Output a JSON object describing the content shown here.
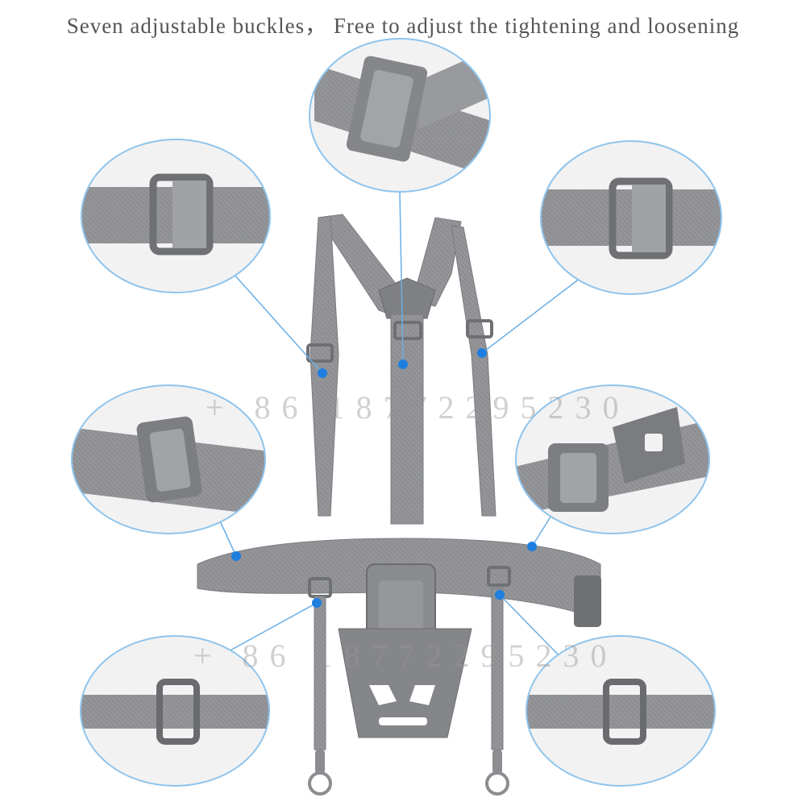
{
  "headline": "Seven adjustable buckles， Free to adjust the tightening and loosening",
  "watermark": "+ 86 18772295230",
  "colors": {
    "strap": "#8e8f93",
    "strap_dark": "#6f7074",
    "buckle": "#7b7c80",
    "callout_border": "#8fc4ec",
    "pointer_dot": "#1e7fe0",
    "leader_line": "#6aaee6"
  },
  "callouts": [
    {
      "name": "top-center-buckle",
      "detail": "buckle-with-keeper"
    },
    {
      "name": "upper-left-buckle",
      "detail": "slide-buckle"
    },
    {
      "name": "upper-right-buckle",
      "detail": "slide-buckle"
    },
    {
      "name": "middle-left-buckle",
      "detail": "slide-buckle"
    },
    {
      "name": "middle-right-buckle",
      "detail": "side-release-buckle"
    },
    {
      "name": "lower-left-buckle",
      "detail": "slide-buckle"
    },
    {
      "name": "lower-right-buckle",
      "detail": "slide-buckle"
    }
  ]
}
